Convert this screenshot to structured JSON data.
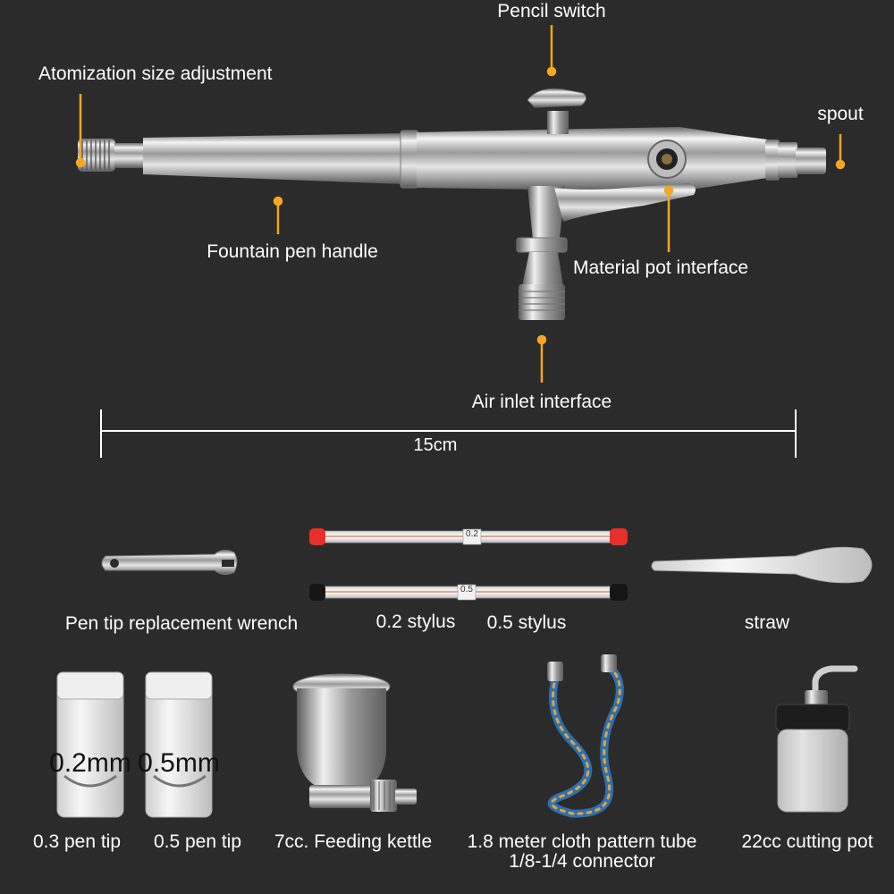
{
  "callouts": {
    "pencil_switch": "Pencil switch",
    "atomization": "Atomization size adjustment",
    "spout": "spout",
    "handle": "Fountain pen handle",
    "pot_interface": "Material pot interface",
    "air_inlet": "Air inlet interface"
  },
  "dimension": {
    "label": "15cm"
  },
  "accessories": {
    "wrench": "Pen tip replacement wrench",
    "stylus_02": "0.2 stylus",
    "stylus_05": "0.5 stylus",
    "straw": "straw",
    "tip_03": "0.3 pen tip",
    "tip_05": "0.5 pen tip",
    "kettle": "7cc. Feeding kettle",
    "tube_line1": "1.8 meter cloth pattern tube",
    "tube_line2": "1/8-1/4 connector",
    "pot": "22cc cutting pot"
  },
  "jar_labels": {
    "left": "0.2mm",
    "right": "0.5mm"
  },
  "needle_tags": {
    "top": "0.2",
    "bottom": "0.5"
  },
  "colors": {
    "background": "#2b2b2b",
    "callout": "#f5a623",
    "text": "#ffffff",
    "needle_cap_red": "#e8302a"
  }
}
